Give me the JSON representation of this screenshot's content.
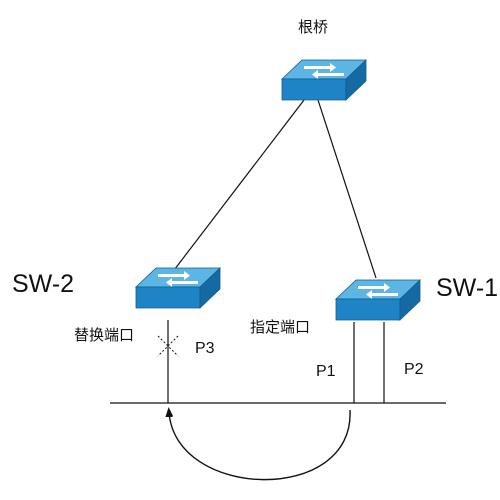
{
  "labels": {
    "root_bridge": "根桥",
    "switch_left": "SW-2",
    "switch_right": "SW-1",
    "alternate_port": "替换端口",
    "designated_port": "指定端口",
    "port_p1": "P1",
    "port_p2": "P2",
    "port_p3": "P3"
  },
  "colors": {
    "switch_top": "#5cb5e2",
    "switch_front": "#1f84c6",
    "arrow_white": "#ffffff",
    "line": "#111111"
  }
}
